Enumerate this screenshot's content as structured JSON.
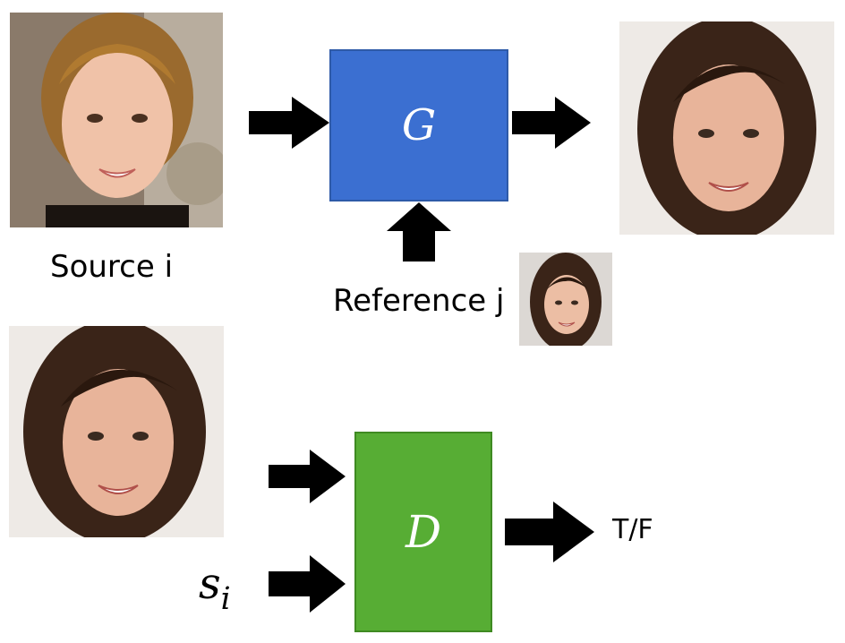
{
  "labels": {
    "source": "Source i",
    "reference": "Reference j",
    "output": "T/F"
  },
  "blocks": {
    "generator": "G",
    "discriminator": "D"
  },
  "style_code": {
    "base": "s",
    "subscript": "i"
  },
  "colors": {
    "generator_fill": "#3b6fd1",
    "generator_border": "#2e5aa8",
    "discriminator_fill": "#57ad34",
    "discriminator_border": "#3f8a22",
    "arrow": "#000000"
  },
  "images": {
    "source_face": "source-face-photo",
    "output_face": "generated-face-photo",
    "reference_face": "reference-face-photo",
    "real_face": "real-face-photo"
  }
}
